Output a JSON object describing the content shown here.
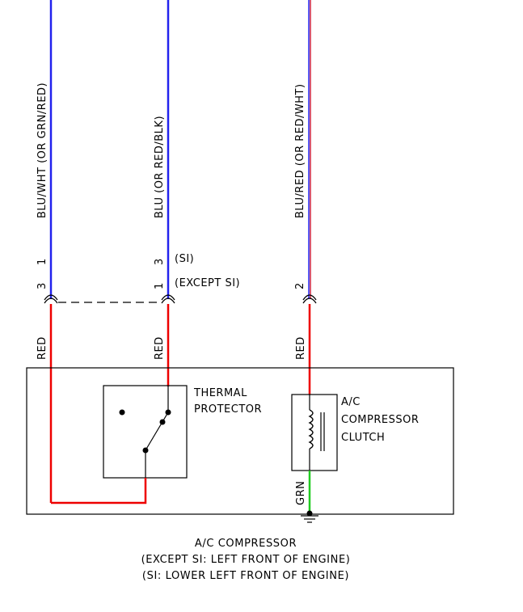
{
  "wires": {
    "left_color": "BLU/WHT (OR GRN/RED)",
    "middle_color": "BLU (OR RED/BLK)",
    "right_color": "BLU/RED (OR RED/WHT)"
  },
  "pins": {
    "left_upper": "1",
    "left_lower": "3",
    "middle_upper": "3",
    "middle_lower": "1",
    "right_lower": "2"
  },
  "pin_notes": {
    "si": "(SI)",
    "except_si": "(EXCEPT SI)"
  },
  "lower_wire_labels": {
    "left": "RED",
    "middle": "RED",
    "right": "RED",
    "ground": "GRN"
  },
  "components": {
    "thermal_protector": [
      "THERMAL",
      "PROTECTOR"
    ],
    "clutch": [
      "A/C",
      "COMPRESSOR",
      "CLUTCH"
    ]
  },
  "caption": {
    "title": "A/C COMPRESSOR",
    "line2": "(EXCEPT SI: LEFT FRONT OF ENGINE)",
    "line3": "(SI: LOWER LEFT FRONT OF ENGINE)"
  },
  "colors": {
    "blue_wire": "#2222ee",
    "red_wire": "#ee0000",
    "green_wire": "#22cc22",
    "purple_wire": "#7a2a9a"
  }
}
